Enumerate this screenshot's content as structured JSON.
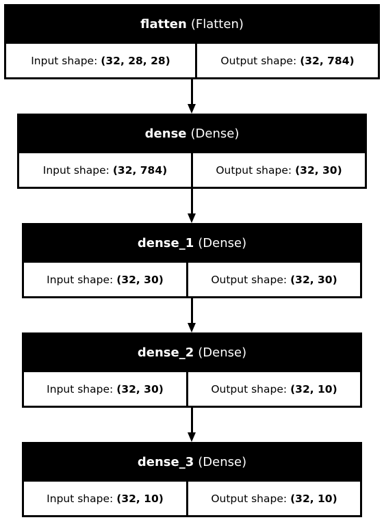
{
  "labels": {
    "input_prefix": "Input shape:",
    "output_prefix": "Output shape:"
  },
  "layers": [
    {
      "name": "flatten",
      "type": "(Flatten)",
      "input_shape": "(32, 28, 28)",
      "output_shape": "(32, 784)"
    },
    {
      "name": "dense",
      "type": "(Dense)",
      "input_shape": "(32, 784)",
      "output_shape": "(32, 30)"
    },
    {
      "name": "dense_1",
      "type": "(Dense)",
      "input_shape": "(32, 30)",
      "output_shape": "(32, 30)"
    },
    {
      "name": "dense_2",
      "type": "(Dense)",
      "input_shape": "(32, 30)",
      "output_shape": "(32, 10)"
    },
    {
      "name": "dense_3",
      "type": "(Dense)",
      "input_shape": "(32, 10)",
      "output_shape": "(32, 10)"
    }
  ]
}
